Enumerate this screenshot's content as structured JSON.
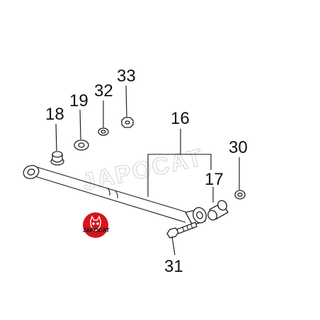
{
  "watermark": "JAPOCAT",
  "logo": {
    "text": "JAPOCAT",
    "color": "#d8141b"
  },
  "callouts": {
    "part_16": "16",
    "part_17": "17",
    "part_18": "18",
    "part_19": "19",
    "part_30": "30",
    "part_31": "31",
    "part_32": "32",
    "part_33": "33"
  }
}
